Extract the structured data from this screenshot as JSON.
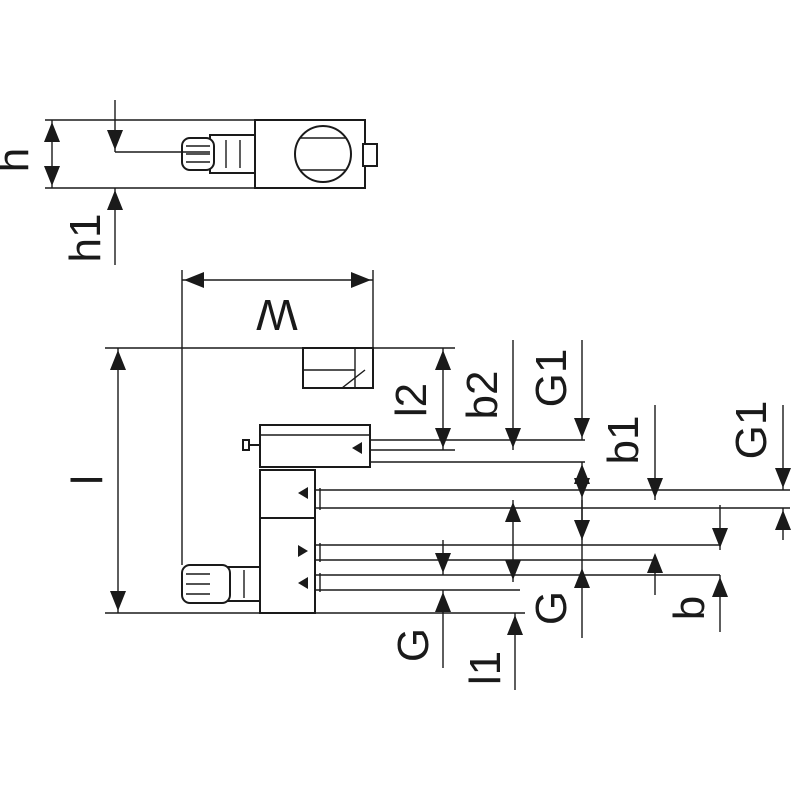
{
  "labels": {
    "h": "h",
    "h1": "h1",
    "w": "W",
    "l": "l",
    "l1": "l1",
    "l2": "l2",
    "b": "b",
    "b1": "b1",
    "b2": "b2",
    "g_left": "G",
    "g_right": "G",
    "g1_top": "G1",
    "g1_right": "G1"
  },
  "colors": {
    "line": "#1a1a1a",
    "background": "#ffffff"
  }
}
